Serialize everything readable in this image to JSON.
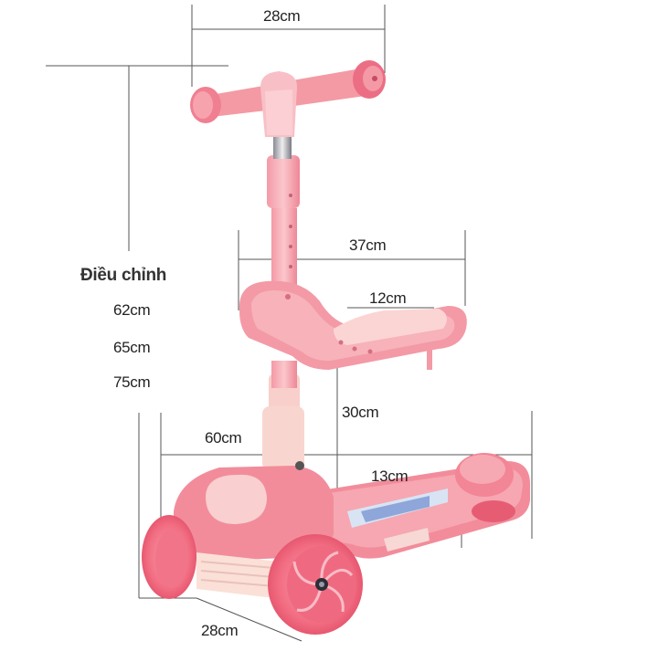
{
  "colors": {
    "body_pink": "#f59aa6",
    "light_pink": "#fbc7cc",
    "deep_pink": "#ee7d8c",
    "cream": "#f7dcd4",
    "chrome": "#b9b9c2",
    "dim_line": "#444444"
  },
  "labels": {
    "handle_width": "28cm",
    "seat_length": "37cm",
    "seat_width": "12cm",
    "adjust_title": "Điều chỉnh",
    "height_1": "62cm",
    "height_2": "65cm",
    "height_3": "75cm",
    "seat_height": "30cm",
    "length": "60cm",
    "deck_width": "13cm",
    "base_width": "28cm"
  }
}
